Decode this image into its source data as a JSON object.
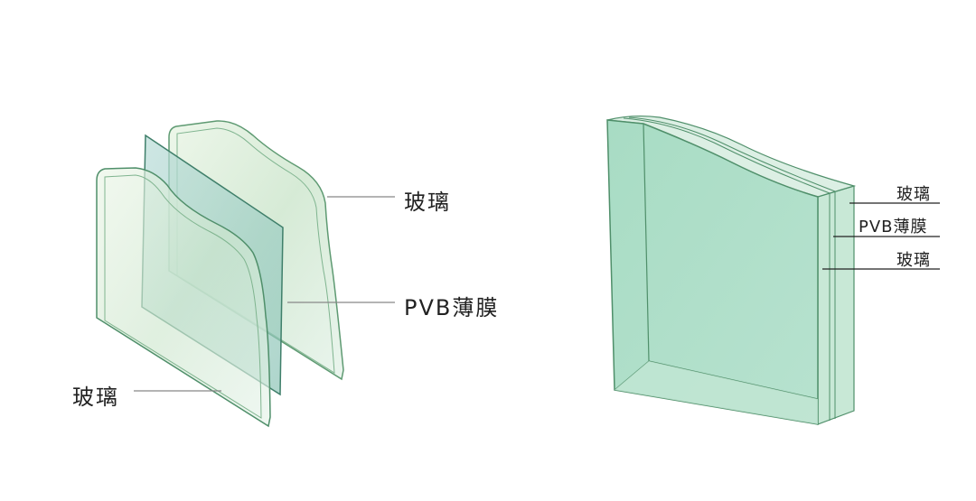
{
  "left_diagram": {
    "labels": {
      "back_glass": "玻璃",
      "film": "PVB薄膜",
      "front_glass": "玻璃"
    }
  },
  "right_diagram": {
    "labels": {
      "glass_outer": "玻璃",
      "film": "PVB薄膜",
      "glass_inner": "玻璃"
    }
  },
  "colors": {
    "glass": "#cfe8d2",
    "film": "#9fcfc6",
    "edge": "#4f8f6a",
    "leader": "#888888"
  }
}
